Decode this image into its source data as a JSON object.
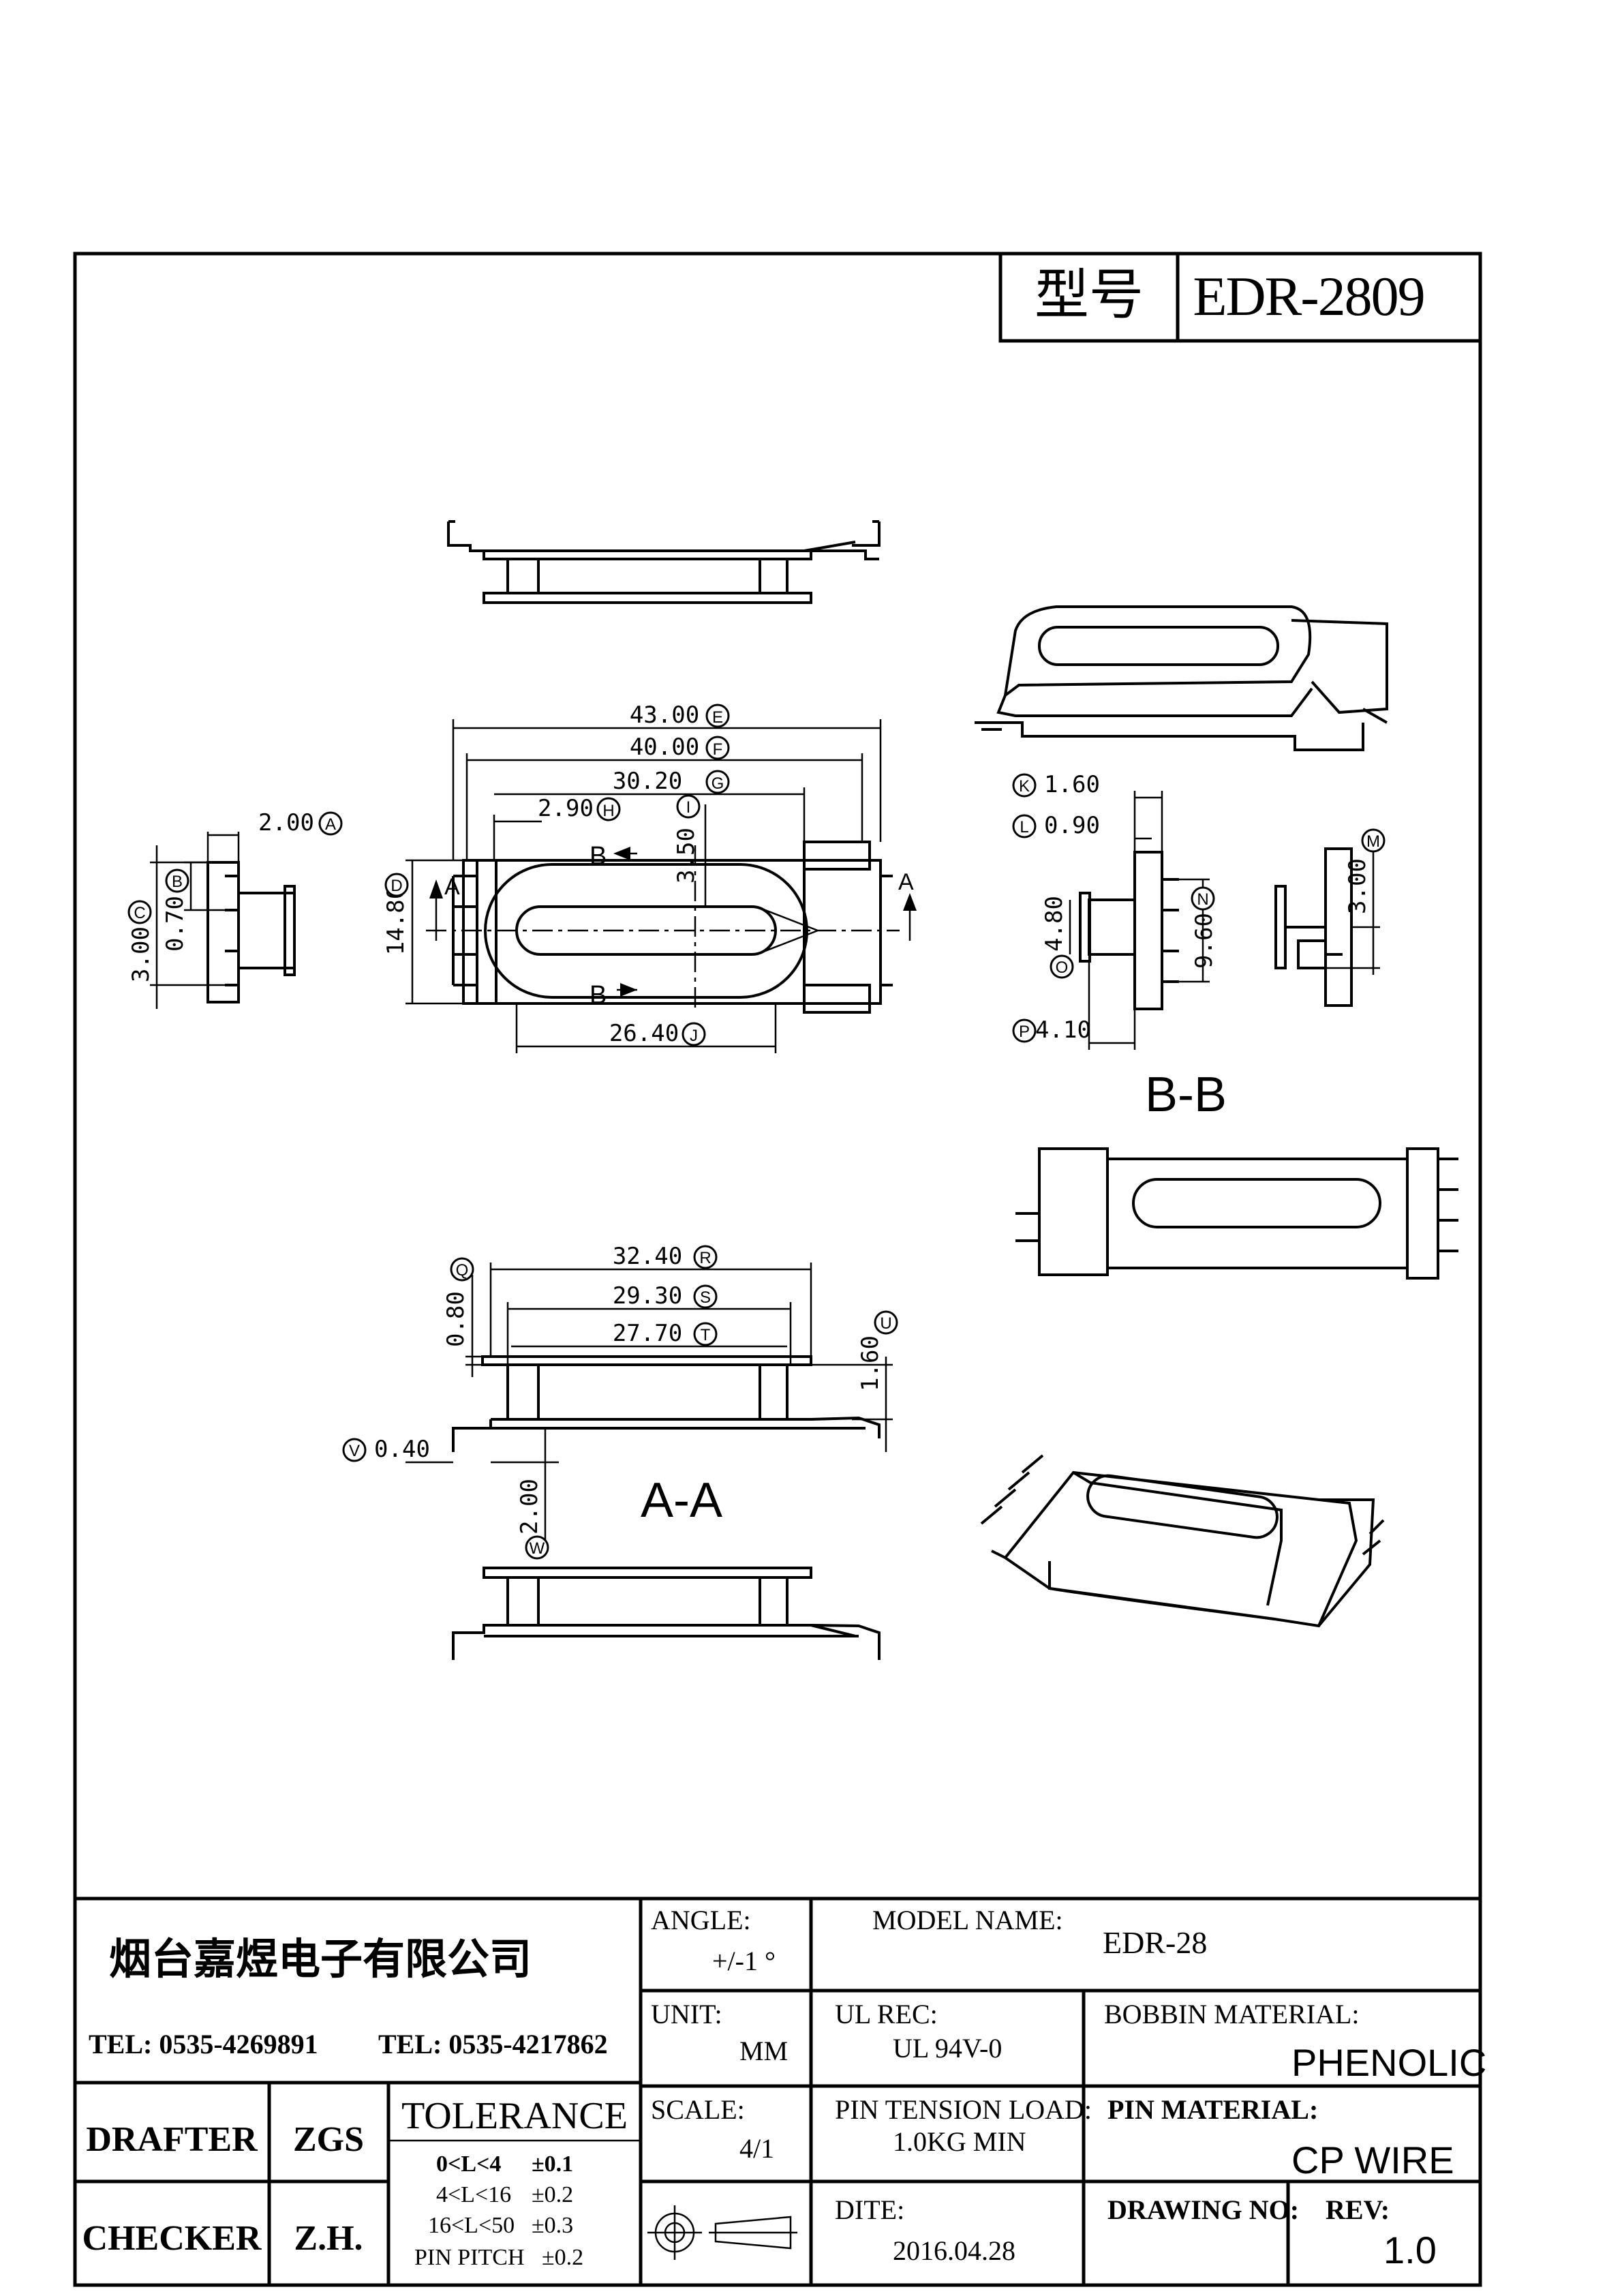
{
  "title_block": {
    "model_label": "型号",
    "model_value": "EDR-2809"
  },
  "dims": {
    "E": "43.00",
    "F": "40.00",
    "G": "30.20",
    "H": "2.90",
    "I": "3.50",
    "J": "26.40",
    "D": "14.80",
    "A": "2.00",
    "B": "0.70",
    "C": "3.00",
    "K": "1.60",
    "L": "0.90",
    "M": "3.00",
    "N": "9.60",
    "O": "4.80",
    "P": "4.10",
    "R": "32.40",
    "S": "29.30",
    "T": "27.70",
    "Q": "0.80",
    "U": "1.60",
    "V": "0.40",
    "W": "2.00"
  },
  "letters": {
    "E": "E",
    "F": "F",
    "G": "G",
    "H": "H",
    "I": "I",
    "J": "J",
    "D": "D",
    "A": "A",
    "B": "B",
    "C": "C",
    "K": "K",
    "L": "L",
    "M": "M",
    "N": "N",
    "O": "O",
    "P": "P",
    "R": "R",
    "S": "S",
    "T": "T",
    "Q": "Q",
    "U": "U",
    "V": "V",
    "W": "W"
  },
  "section_marks": {
    "a": "A",
    "b": "B"
  },
  "section_titles": {
    "bb": "B-B",
    "aa": "A-A"
  },
  "footer": {
    "company": "烟台嘉煜电子有限公司",
    "tel1": "TEL: 0535-4269891",
    "tel2": "TEL: 0535-4217862",
    "drafter_label": "DRAFTER",
    "drafter_value": "ZGS",
    "checker_label": "CHECKER",
    "checker_value": "Z.H.",
    "tolerance_label": "TOLERANCE",
    "tol_rows": [
      {
        "range": "0<L<4",
        "value": "±0.1"
      },
      {
        "range": "4<L<16",
        "value": "±0.2"
      },
      {
        "range": "16<L<50",
        "value": "±0.3"
      },
      {
        "range": "PIN PITCH",
        "value": "±0.2"
      }
    ],
    "angle_label": "ANGLE:",
    "angle_value": "+/-1 °",
    "unit_label": "UNIT:",
    "unit_value": "MM",
    "scale_label": "SCALE:",
    "scale_value": "4/1",
    "model_name_label": "MODEL NAME:",
    "model_name_value": "EDR-28",
    "ul_label": "UL REC:",
    "ul_value": "UL 94V-0",
    "pin_tension_label": "PIN TENSION LOAD:",
    "pin_tension_value": "1.0KG MIN",
    "date_label": "DITE:",
    "date_value": "2016.04.28",
    "bobbin_label": "BOBBIN MATERIAL:",
    "bobbin_value": "PHENOLIC",
    "pin_material_label": "PIN MATERIAL:",
    "pin_material_value": "CP WIRE",
    "drawing_no_label": "DRAWING NO:",
    "rev_label": "REV:",
    "rev_value": "1.0"
  }
}
